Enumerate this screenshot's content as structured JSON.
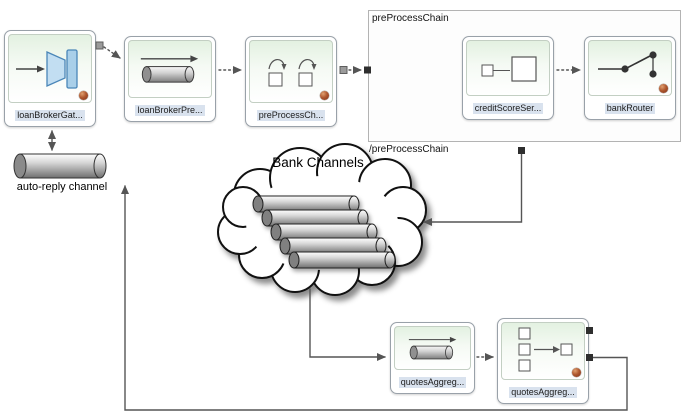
{
  "diagram": {
    "container": {
      "title": "preProcessChain",
      "closing_label": "/preProcessChain"
    },
    "cloud": {
      "label": "Bank Channels",
      "pipe_count": 5
    },
    "auto_reply_channel": {
      "label": "auto-reply channel"
    },
    "nodes": {
      "loanBrokerGateway": {
        "label": "loanBrokerGat...",
        "type": "gateway"
      },
      "loanBrokerPreProcessingChannel": {
        "label": "loanBrokerPre...",
        "type": "channel"
      },
      "preProcessChain": {
        "label": "preProcessCh...",
        "type": "chain"
      },
      "creditScoreService": {
        "label": "creditScoreSer...",
        "type": "service-activator"
      },
      "bankRouter": {
        "label": "bankRouter",
        "type": "router"
      },
      "quotesAggregationChannel": {
        "label": "quotesAggreg...",
        "type": "channel"
      },
      "quotesAggregator": {
        "label": "quotesAggreg...",
        "type": "aggregator"
      }
    },
    "edges": [
      {
        "from": "auto-reply channel",
        "to": "loanBrokerGateway",
        "style": "solid-double-arrow"
      },
      {
        "from": "loanBrokerGateway",
        "to": "loanBrokerPreProcessingChannel",
        "style": "dotted"
      },
      {
        "from": "loanBrokerPreProcessingChannel",
        "to": "preProcessChain",
        "style": "dotted"
      },
      {
        "from": "preProcessChain",
        "to": "preProcessChain container",
        "style": "dotted"
      },
      {
        "from": "creditScoreService",
        "to": "bankRouter",
        "style": "dotted"
      },
      {
        "from": "preProcessChain container",
        "to": "Bank Channels cloud",
        "style": "solid"
      },
      {
        "from": "Bank Channels cloud",
        "to": "quotesAggregationChannel",
        "style": "solid"
      },
      {
        "from": "quotesAggregationChannel",
        "to": "quotesAggregator",
        "style": "dotted"
      },
      {
        "from": "quotesAggregator",
        "to": "auto-reply channel",
        "style": "solid"
      }
    ],
    "colors": {
      "node_border": "#9aa2aa",
      "node_icon_gradient_top": "#e3f1e1",
      "label_highlight": "#d9e2ee",
      "connector": "#555555",
      "gateway_blue": "#c2def2",
      "spring_brown": "#8a3b24"
    }
  }
}
